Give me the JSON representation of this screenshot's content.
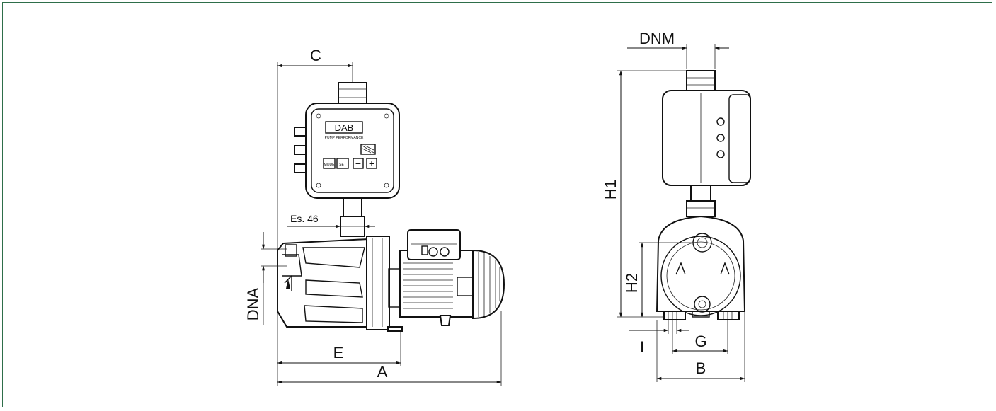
{
  "colors": {
    "frame": "#2e6e4a",
    "ink": "#111111"
  },
  "side_view": {
    "label_c": "C",
    "label_es": "Es. 46",
    "label_dna": "DNA",
    "label_e": "E",
    "label_a": "A",
    "brand": "DAB",
    "brand_sub": "PUMP PERFORMANCE",
    "btn_mode": "MODE",
    "btn_set": "SET",
    "btn_minus": "−",
    "btn_plus": "+"
  },
  "front_view": {
    "label_dnm": "DNM",
    "label_h1": "H1",
    "label_h2": "H2",
    "label_i": "I",
    "label_g": "G",
    "label_b": "B"
  }
}
